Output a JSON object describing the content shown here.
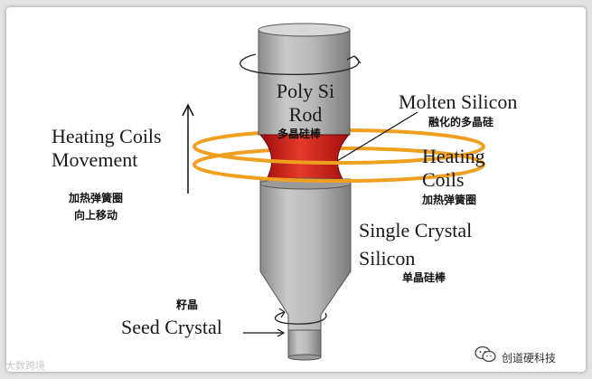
{
  "labels": {
    "poly_si_rod": [
      "Poly Si",
      "Rod"
    ],
    "poly_si_rod_zh": "多晶硅棒",
    "molten_silicon": "Molten Silicon",
    "molten_silicon_zh": "融化的多晶硅",
    "heating_coils": [
      "Heating",
      "Coils"
    ],
    "heating_coils_zh": "加热弹簧圈",
    "heating_coils_movement": [
      "Heating Coils",
      "Movement"
    ],
    "heating_coils_movement_zh": [
      "加热弹簧圈",
      "向上移动"
    ],
    "single_crystal_silicon": [
      "Single Crystal",
      "Silicon"
    ],
    "single_crystal_silicon_zh": "单晶硅棒",
    "seed_crystal": "Seed Crystal",
    "seed_crystal_zh": "籽晶"
  },
  "watermarks": {
    "left": "大数跨境",
    "right": "创道硬科技"
  },
  "colors": {
    "rod_gray": "#b4b4b4",
    "molten_red": "#d42020",
    "coil_orange": "#f0a020"
  },
  "icons": {
    "wechat": "wechat-icon"
  }
}
